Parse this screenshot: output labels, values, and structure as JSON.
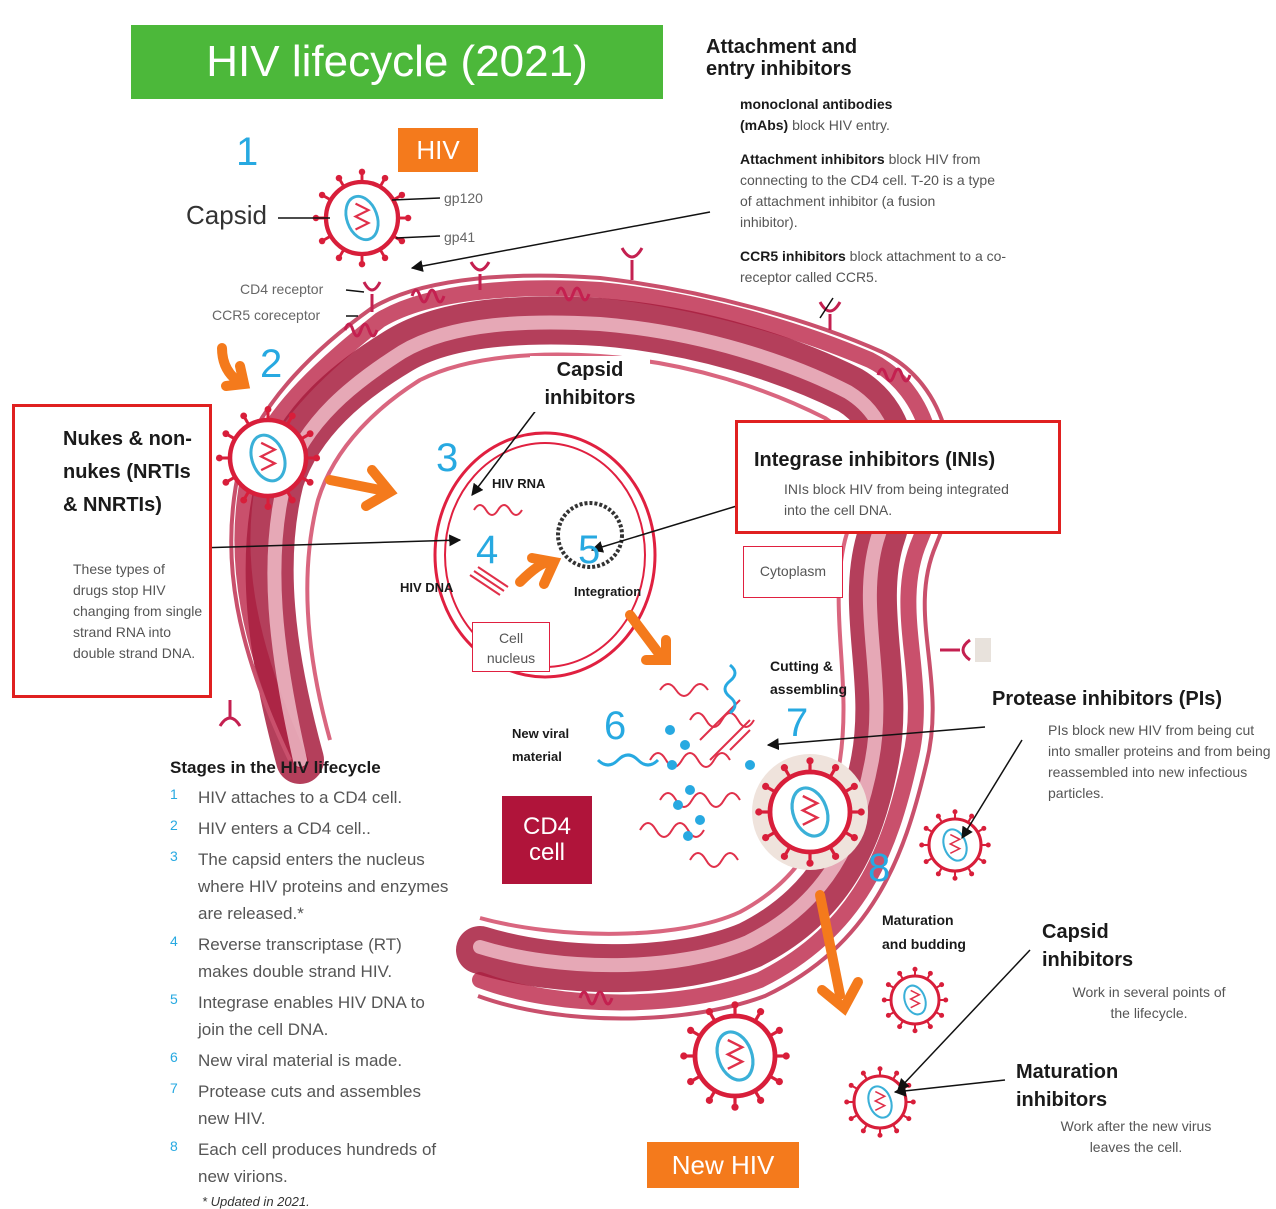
{
  "title": "HIV lifecycle (2021)",
  "tags": {
    "hiv": "HIV",
    "new_hiv": "New HIV"
  },
  "numbers": [
    "1",
    "2",
    "3",
    "4",
    "5",
    "6",
    "7",
    "8"
  ],
  "virion_labels": {
    "capsid": "Capsid",
    "gp120": "gp120",
    "gp41": "gp41"
  },
  "receptor_labels": {
    "cd4": "CD4 receptor",
    "ccr5": "CCR5 coreceptor"
  },
  "attachment": {
    "heading": "Attachment and entry inhibitors",
    "mabs_bold": "monoclonal antibodies (mAbs)",
    "mabs_text": "block HIV entry.",
    "attach_bold": "Attachment inhibitors",
    "attach_text": "block HIV from connecting to the CD4 cell. T-20 is a type of attachment inhibitor (a fusion inhibitor).",
    "ccr5_bold": "CCR5 inhibitors",
    "ccr5_text": "block attachment to a co-receptor called CCR5."
  },
  "nukes": {
    "heading": "Nukes & non-nukes (NRTIs & NNRTIs)",
    "text": "These types of drugs stop HIV changing from single strand RNA into double strand DNA."
  },
  "capsid_inhib_top": "Capsid inhibitors",
  "integrase": {
    "heading": "Integrase inhibitors (INIs)",
    "text": "INIs block HIV from being integrated into the cell DNA."
  },
  "cell_labels": {
    "hiv_rna": "HIV RNA",
    "hiv_dna": "HIV DNA",
    "integration": "Integration",
    "cell_nucleus": "Cell nucleus",
    "cytoplasm": "Cytoplasm",
    "cutting": "Cutting & assembling",
    "new_viral": "New viral material",
    "cd4_cell": "CD4 cell",
    "maturation_budding": "Maturation and budding"
  },
  "protease": {
    "heading": "Protease  inhibitors (PIs)",
    "text": "PIs block new HIV from being cut into smaller proteins and from being reassembled into new infectious particles."
  },
  "capsid_inhib_bottom": {
    "heading": "Capsid inhibitors",
    "text": "Work in several points of the lifecycle."
  },
  "maturation_inhib": {
    "heading": "Maturation inhibitors",
    "text": "Work after the new virus leaves the cell."
  },
  "stages": {
    "heading": "Stages in the HIV lifecycle",
    "items": [
      {
        "n": "1",
        "text": "HIV attaches to a CD4 cell."
      },
      {
        "n": "2",
        "text": "HIV enters a CD4 cell.."
      },
      {
        "n": "3",
        "text": "The capsid enters the nucleus where HIV proteins and enzymes are released.*"
      },
      {
        "n": "4",
        "text": "Reverse transcriptase (RT) makes double strand HIV."
      },
      {
        "n": "5",
        "text": "Integrase enables HIV DNA to join the cell DNA."
      },
      {
        "n": "6",
        "text": "New viral material is made."
      },
      {
        "n": "7",
        "text": "Protease cuts and assembles new HIV."
      },
      {
        "n": "8",
        "text": "Each cell produces hundreds of new virions."
      }
    ],
    "footnote": "* Updated in 2021."
  },
  "colors": {
    "title_green": "#4cb83a",
    "orange": "#f47a1c",
    "red": "#e02020",
    "membrane": "#b8234a",
    "number_blue": "#27a9e1",
    "cd4_box": "#b0143a"
  }
}
